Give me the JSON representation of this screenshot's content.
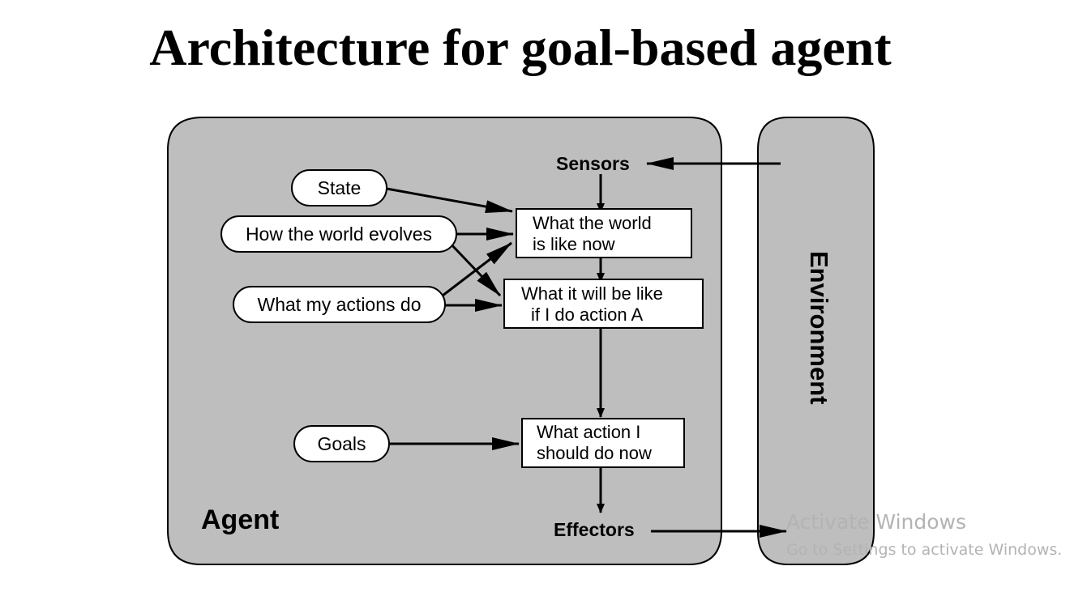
{
  "title": "Architecture for goal-based agent",
  "agent": {
    "label": "Agent"
  },
  "environment": {
    "label": "Environment"
  },
  "nodes": {
    "sensors": "Sensors",
    "effectors": "Effectors",
    "state": "State",
    "world_evolves": "How the world evolves",
    "actions_do": "What my actions do",
    "goals": "Goals",
    "world_now": [
      "What the world",
      "is like now"
    ],
    "will_be_like": [
      "What it will be like",
      "if I do action A"
    ],
    "action_now": [
      "What action I",
      "should do now"
    ]
  },
  "watermark": {
    "line1": "Activate Windows",
    "line2": "Go to Settings to activate Windows."
  },
  "colors": {
    "panel_fill": "#bebebe",
    "node_fill": "#ffffff",
    "stroke": "#000000"
  }
}
